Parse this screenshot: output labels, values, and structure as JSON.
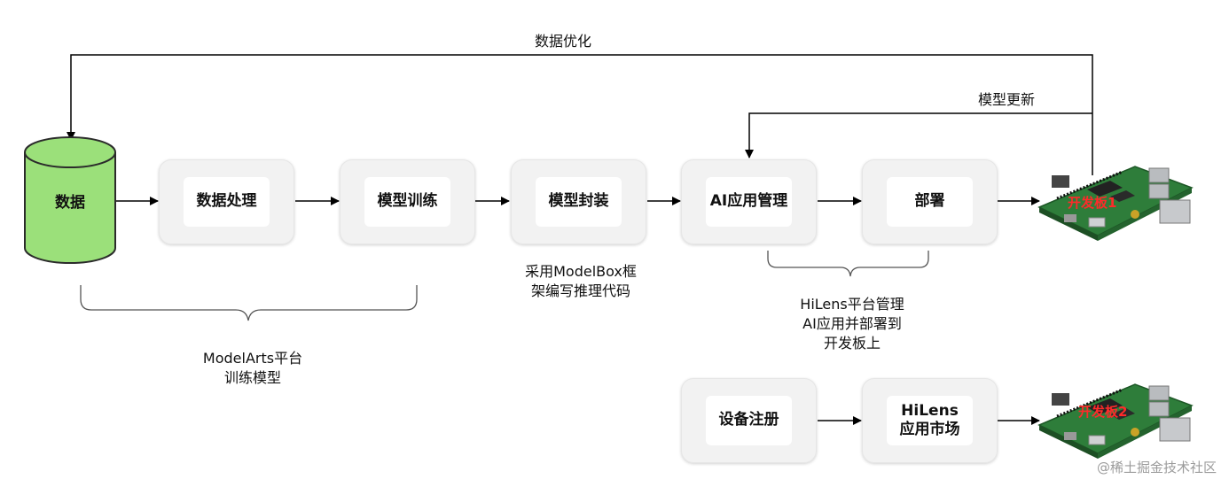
{
  "nodes": {
    "data": "数据",
    "processing": "数据处理",
    "training": "模型训练",
    "packaging": "模型封装",
    "ai_app_mgmt": "AI应用管理",
    "deploy": "部署",
    "device_reg": "设备注册",
    "hilens_market_line1": "HiLens",
    "hilens_market_line2": "应用市场"
  },
  "edges": {
    "data_optimization": "数据优化",
    "model_update": "模型更新"
  },
  "notes": {
    "modelarts_line1": "ModelArts平台",
    "modelarts_line2": "训练模型",
    "modelbox_line1": "采用ModelBox框",
    "modelbox_line2": "架编写推理代码",
    "hilens_line1": "HiLens平台管理",
    "hilens_line2": "AI应用并部署到",
    "hilens_line3": "开发板上"
  },
  "boards": {
    "board1": "开发板1",
    "board2": "开发板2"
  },
  "watermark": "@稀土掘金技术社区",
  "colors": {
    "db_fill": "#9be07a",
    "db_stroke": "#2b2b2b",
    "board_pcb": "#2e7d3a",
    "board_label": "#ff2a2a",
    "node_bg": "#f2f2f2"
  }
}
